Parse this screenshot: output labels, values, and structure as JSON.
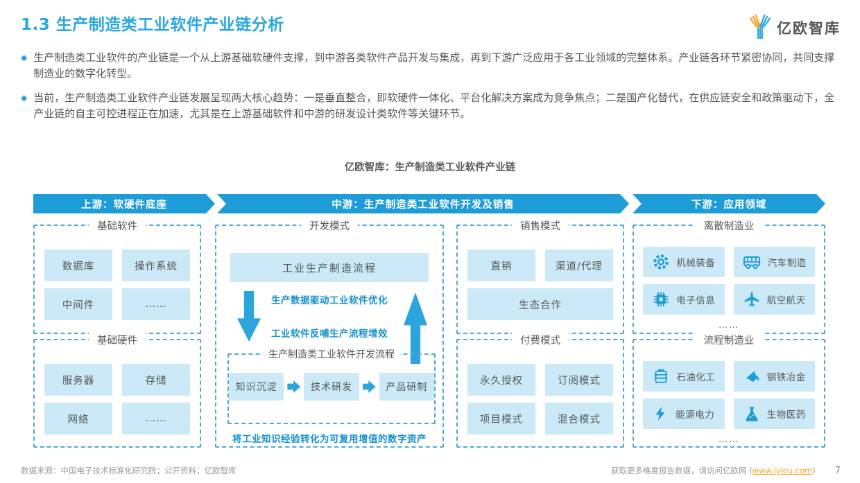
{
  "page": {
    "title": "1.3 生产制造类工业软件产业链分析",
    "logo_text": "亿欧智库",
    "bullets": [
      "生产制造类工业软件的产业链是一个从上游基础软硬件支撑，到中游各类软件产品开发与集成，再到下游广泛应用于各工业领域的完整体系。产业链各环节紧密协同，共同支撑制造业的数字化转型。",
      "当前，生产制造类工业软件产业链发展呈现两大核心趋势：一是垂直整合，即软硬件一体化、平台化解决方案成为竞争焦点；二是国产化替代，在供应链安全和政策驱动下，全产业链的自主可控进程正在加速，尤其是在上游基础软件和中游的研发设计类软件等关键环节。"
    ],
    "footer": {
      "source": "数据来源：中国电子技术标准化研究院；公开资料；亿欧智库",
      "more": "获取更多维度报告数据，请访问亿欧网 (",
      "link": "www.iyiou.com",
      "more_end": ")",
      "page_number": "7"
    }
  },
  "diagram": {
    "title": "亿欧智库：生产制造类工业软件产业链",
    "bands": [
      {
        "label": "上游：软硬件底座"
      },
      {
        "label": "中游：生产制造类工业软件开发及销售"
      },
      {
        "label": "下游：应用领域"
      }
    ],
    "basic_software": {
      "title": "基础软件",
      "cells": [
        "数据库",
        "操作系统",
        "中间件",
        "……"
      ]
    },
    "basic_hardware": {
      "title": "基础硬件",
      "cells": [
        "服务器",
        "存储",
        "网络",
        "……"
      ]
    },
    "dev_mode": {
      "title": "开发模式",
      "top_bar": "工业生产制造流程",
      "note1": "生产数据驱动工业软件优化",
      "note2": "工业软件反哺生产流程增效",
      "inner": {
        "title": "生产制造类工业软件开发流程",
        "steps": [
          "知识沉淀",
          "技术研发",
          "产品研制"
        ]
      },
      "bottom_note": "将工业知识经验转化为可复用增值的数字资产"
    },
    "sales_mode": {
      "title": "销售模式",
      "cells": [
        "直销",
        "渠道/代理"
      ],
      "wide_cell": "生态合作"
    },
    "pay_mode": {
      "title": "付费模式",
      "cells": [
        "永久授权",
        "订阅模式",
        "项目模式",
        "混合模式"
      ]
    },
    "discrete": {
      "title": "离散制造业",
      "items": [
        {
          "icon": "gear-icon",
          "label": "机械装备"
        },
        {
          "icon": "bus-icon",
          "label": "汽车制造"
        },
        {
          "icon": "chip-icon",
          "label": "电子信息"
        },
        {
          "icon": "plane-icon",
          "label": "航空航天"
        }
      ],
      "more": "……"
    },
    "process": {
      "title": "流程制造业",
      "items": [
        {
          "icon": "barrel-icon",
          "label": "石油化工"
        },
        {
          "icon": "ladle-icon",
          "label": "钢铁冶金"
        },
        {
          "icon": "bolt-icon",
          "label": "能源电力"
        },
        {
          "icon": "flask-icon",
          "label": "生物医药"
        }
      ],
      "more": "……"
    }
  },
  "colors": {
    "accent_blue": "#1E9CD7",
    "light_cell_blue": "#CBE9F7",
    "title_blue": "#29A7DF",
    "note_blue": "#1690CE",
    "dashed_border": "#4FA8D8",
    "link_orange": "#F5A623",
    "body_text": "#595757"
  }
}
